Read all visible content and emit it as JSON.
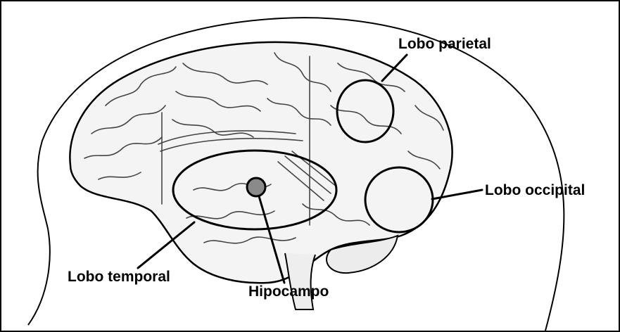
{
  "labels": {
    "parietal": "Lobo parietal",
    "occipital": "Lobo occipital",
    "temporal": "Lobo temporal",
    "hipocampo": "Hipocampo"
  },
  "colors": {
    "ink": "#000000",
    "brain_fill": "#f4f4f4",
    "fold_stroke": "#444444",
    "hippocampus_fill": "#8a8a8a"
  },
  "icons": {
    "illustration": "brain-lateral-view-illustration"
  }
}
